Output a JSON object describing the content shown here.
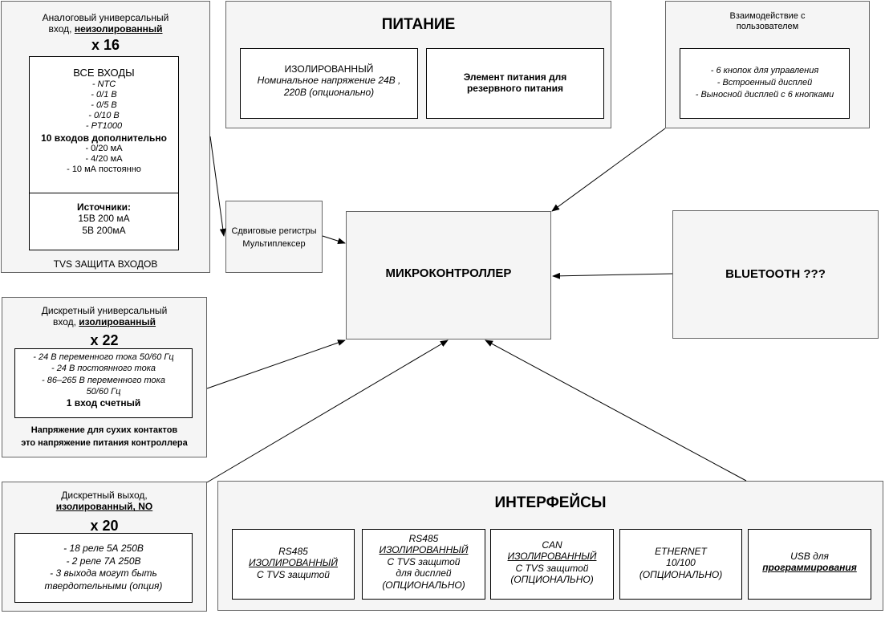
{
  "analog_input": {
    "title_line1": "Аналоговый универсальный",
    "title_line2_prefix": "вход, ",
    "title_line2_emph": "неизолированный",
    "count": "x 16",
    "inputs_heading": "ВСЕ ВХОДЫ",
    "inputs": [
      "- NTC",
      "- 0/1 В",
      "- 0/5 В",
      "- 0/10 В",
      "- PT1000"
    ],
    "extra_heading": "10 входов дополнительно",
    "extra_inputs": [
      "- 0/20 мА",
      "- 4/20 мА",
      "- 10 мА постоянно"
    ],
    "sources_heading": "Источники:",
    "sources": [
      "15В 200 мА",
      "5В 200мА"
    ],
    "protection": "TVS ЗАЩИТА ВХОДОВ"
  },
  "shift_registers": {
    "line1": "Сдвиговые регистры",
    "line2": "Мультиплексер"
  },
  "power": {
    "title": "ПИТАНИЕ",
    "isolated_title": "ИЗОЛИРОВАННЫЙ",
    "isolated_desc": "Номинальное напряжение  24В , 220В (опционально)",
    "backup": "Элемент питания для резервного питания"
  },
  "user_interaction": {
    "title": "Взаимодействие с пользователем",
    "items": [
      "- 6 кнопок для управления",
      "- Встроенный дисплей",
      "- Выносной дисплей с 6 кнопками"
    ]
  },
  "microcontroller": {
    "label": "МИКРОКОНТРОЛЛЕР"
  },
  "bluetooth": {
    "label": "BLUETOOTH ???"
  },
  "discrete_input": {
    "title_line1": "Дискретный универсальный",
    "title_line2_prefix": "вход, ",
    "title_line2_emph": "изолированный",
    "count": "x 22",
    "items": [
      "- 24 В переменного тока 50/60 Гц",
      "- 24 В постоянного тока",
      "- 86–265 В переменного тока",
      "50/60 Гц"
    ],
    "counter": "1 вход счетный",
    "note_line1": "Напряжение для сухих контактов",
    "note_line2": "это напряжение питания контроллера"
  },
  "discrete_output": {
    "title_line1": "Дискретный выход,",
    "title_line2": "изолированный, NO",
    "count": "x 20",
    "items": [
      "- 18 реле 5А 250В",
      "- 2 реле 7А 250В",
      "- 3 выхода могут быть",
      "твердотельными (опция)"
    ]
  },
  "interfaces": {
    "title": "ИНТЕРФЕЙСЫ",
    "rs485_1": {
      "name": "RS485",
      "isolated": "ИЗОЛИРОВАННЫЙ",
      "tvs": "С TVS защитой"
    },
    "rs485_2": {
      "name": "RS485",
      "isolated": "ИЗОЛИРОВАННЫЙ",
      "tvs": "С TVS защитой",
      "purpose": "для дисплей",
      "optional": "(ОПЦИОНАЛЬНО)"
    },
    "can": {
      "name": "CAN",
      "isolated": "ИЗОЛИРОВАННЫЙ",
      "tvs": "С TVS защитой",
      "optional": "(ОПЦИОНАЛЬНО)"
    },
    "ethernet": {
      "name": "ETHERNET",
      "speed": "10/100",
      "optional": "(ОПЦИОНАЛЬНО)"
    },
    "usb": {
      "line1": "USB для",
      "line2": "программирования"
    }
  },
  "colors": {
    "block_fill": "#f5f5f5",
    "block_border": "#666666",
    "box_border": "#000000",
    "line": "#000000"
  }
}
